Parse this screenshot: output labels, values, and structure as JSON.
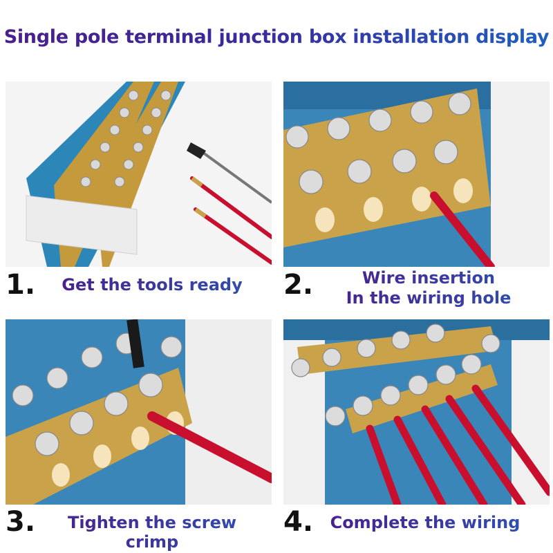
{
  "title": "Single pole terminal junction box installation display",
  "steps": [
    {
      "number": "1.",
      "caption": "Get the tools ready"
    },
    {
      "number": "2.",
      "caption_line1": "Wire insertion",
      "caption_line2": "In the wiring hole"
    },
    {
      "number": "3.",
      "caption": "Tighten the screw crimp"
    },
    {
      "number": "4.",
      "caption": "Complete the wiring"
    }
  ],
  "colors": {
    "title_start": "#4a1f8c",
    "title_end": "#1e5fc0",
    "brass": "#c9a24a",
    "blue_base": "#2f7fb5",
    "wire_red": "#c8102e"
  }
}
